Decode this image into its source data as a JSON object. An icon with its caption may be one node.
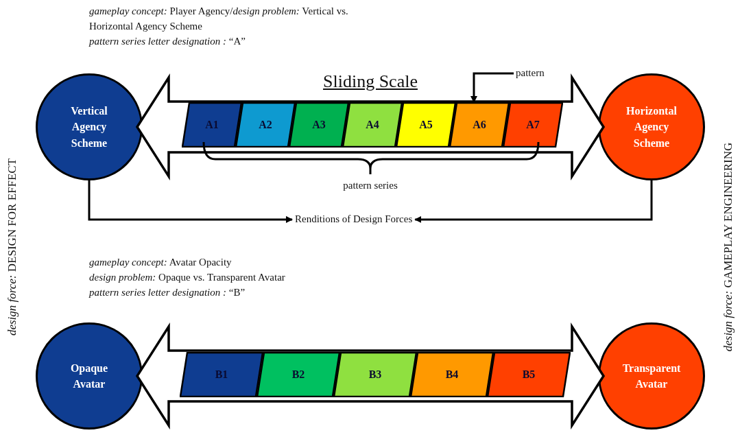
{
  "diagram": {
    "nodes": [
      {
        "text": [
          "Vertical Agency Scheme"
        ]
      },
      {
        "text": [
          "Horizontal Agency Scheme"
        ]
      },
      {
        "text": [
          "A1"
        ]
      },
      {
        "text": [
          "A2"
        ]
      },
      {
        "text": [
          "A3"
        ]
      },
      {
        "text": [
          "A4"
        ]
      },
      {
        "text": [
          "A5"
        ]
      },
      {
        "text": [
          "A6"
        ]
      },
      {
        "text": [
          "A7"
        ]
      },
      {
        "text": [
          "pattern"
        ]
      },
      {
        "text": [
          "Renditions of Design Forces"
        ]
      },
      {
        "text": [
          "Opaque Avatar"
        ]
      },
      {
        "text": [
          "Transparent Avatar"
        ]
      },
      {
        "text": [
          "B1"
        ]
      },
      {
        "text": [
          "B2"
        ]
      },
      {
        "text": [
          "B3"
        ]
      },
      {
        "text": [
          "B4"
        ]
      },
      {
        "text": [
          "B5"
        ]
      }
    ],
    "edges": [
      {
        "from": 0,
        "to": 1,
        "arrow": "both",
        "style": "thick"
      },
      {
        "from": 9,
        "to": 7,
        "arrow": "to"
      },
      {
        "from": 0,
        "to": 10,
        "arrow": "to"
      },
      {
        "from": 1,
        "to": 10,
        "arrow": "to"
      },
      {
        "from": 11,
        "to": 12,
        "arrow": "both",
        "style": "thick"
      }
    ],
    "labels": [
      "*gameplay concept:* Player Agency/*design problem:* Vertical vs. Horizontal Agency Scheme",
      "*pattern series letter designation :* “A”",
      "Sliding Scale",
      "pattern series",
      "*gameplay concept:* Avatar Opacity",
      "*design problem:* Opaque vs. Transparent Avatar",
      "*pattern series letter designation :* “B”",
      "*design force:* DESIGN FOR EFFECT",
      "*design force:* GAMEPLAY ENGINEERING"
    ]
  }
}
